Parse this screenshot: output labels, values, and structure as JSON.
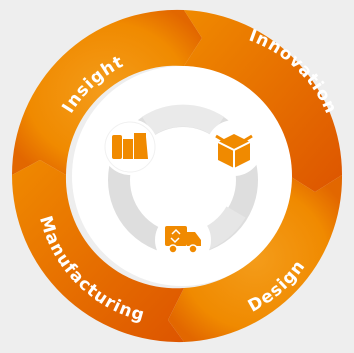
{
  "diagram": {
    "segments": [
      {
        "id": "insight",
        "label": "Insight"
      },
      {
        "id": "innovation",
        "label": "Innovation"
      },
      {
        "id": "design",
        "label": "Design"
      },
      {
        "id": "manufacturing",
        "label": "Manufacturing"
      }
    ],
    "inner_icons": [
      {
        "name": "packaging-products-icon"
      },
      {
        "name": "box-icon"
      },
      {
        "name": "recycling-truck-icon"
      }
    ]
  },
  "colors": {
    "background": "#eeeeee",
    "orange": "#f08a00",
    "orange_dark": "#e05a00",
    "inner_ring": "#dcdcdc",
    "inner_ring_light": "#ececec",
    "white": "#ffffff"
  }
}
